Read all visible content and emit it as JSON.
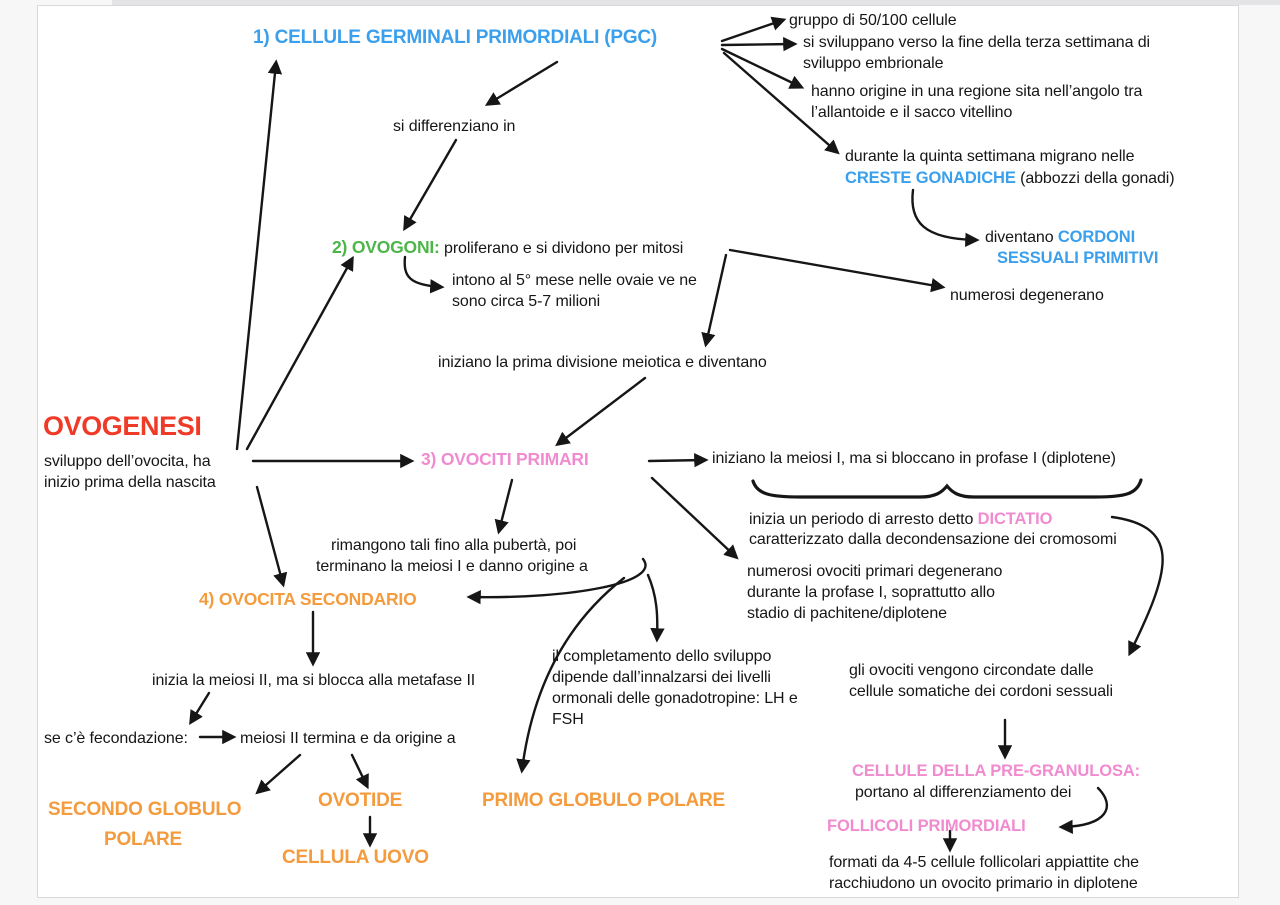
{
  "colors": {
    "blue": "#3A9FEC",
    "green": "#4CB648",
    "red": "#F03A28",
    "pink": "#F18BD0",
    "orange": "#F49B3D",
    "ink": "#161616",
    "canvas_bg": "#ffffff",
    "page_bg": "#f7f7f8"
  },
  "map": {
    "pgc": {
      "title": "1) CELLULE GERMINALI PRIMORDIALI (PGC)",
      "si_differenziano": "si differenziano in",
      "facts": {
        "gruppo": "gruppo di 50/100 cellule",
        "sviluppo_1": "si sviluppano verso la fine della terza settimana di",
        "sviluppo_2": "sviluppo embrionale",
        "origine_1": "hanno origine in una regione sita nell’angolo tra",
        "origine_2": "l’allantoide e il sacco vitellino",
        "migrazione_1": "durante la quinta settimana migrano nelle",
        "migrazione_hl": "CRESTE GONADICHE",
        "migrazione_2": "(abbozzi della gonadi)",
        "cordoni_pre": "diventano",
        "cordoni_hl1": "CORDONI",
        "cordoni_hl2": "SESSUALI PRIMITIVI"
      }
    },
    "ovogoni": {
      "title": "2) OVOGONI:",
      "desc": "proliferano e si dividono per mitosi",
      "mese_1": "intono al 5° mese nelle ovaie ve ne",
      "mese_2": "sono circa 5-7 milioni",
      "degenerano": "numerosi degenerano",
      "prima_divisione": "iniziano la prima divisione meiotica e diventano"
    },
    "ovogenesi": {
      "title": "OVOGENESI",
      "sub_1": "sviluppo dell’ovocita, ha",
      "sub_2": "inizio prima della nascita"
    },
    "ovociti_primari": {
      "title": "3) OVOCITI PRIMARI",
      "meiosi1": "iniziano la meiosi I, ma si bloccano in profase I (diplotene)",
      "dictatio_pre": "inizia un periodo di arresto detto",
      "dictatio_hl": "DICTATIO",
      "dictatio_2": "caratterizzato dalla decondensazione dei cromosomi",
      "degenerano_1": "numerosi ovociti primari degenerano",
      "degenerano_2": "durante la profase I, soprattutto allo",
      "degenerano_3": "stadio di pachitene/diplotene",
      "rimangono_1": "rimangono tali fino alla pubertà, poi",
      "rimangono_2": "terminano la meiosi I e danno origine a"
    },
    "ovocita_secondario": {
      "title": "4) OVOCITA SECONDARIO",
      "meiosi2": "inizia la meiosi II, ma si blocca alla metafase II",
      "completamento_1": "il completamento dello sviluppo",
      "completamento_2": "dipende dall’innalzarsi dei livelli",
      "completamento_3": "ormonali delle gonadotropine: LH e",
      "completamento_4": "FSH",
      "fecondazione": "se c’è fecondazione:",
      "termina": "meiosi II termina e da origine a"
    },
    "esiti": {
      "secondo_globulo_1": "SECONDO GLOBULO",
      "secondo_globulo_2": "POLARE",
      "ovotide": "OVOTIDE",
      "cellula_uovo": "CELLULA UOVO",
      "primo_globulo": "PRIMO GLOBULO POLARE"
    },
    "follicologenesi": {
      "circondate_1": "gli ovociti vengono circondate dalle",
      "circondate_2": "cellule somatiche dei cordoni sessuali",
      "pregranulosa_hl": "CELLULE DELLA PRE-GRANULOSA:",
      "pregranulosa_2": "portano al differenziamento dei",
      "follicoli_hl": "FOLLICOLI PRIMORDIALI",
      "formati_1": "formati da 4-5 cellule follicolari appiattite che",
      "formati_2": "racchiudono un ovocito primario in diplotene"
    }
  }
}
